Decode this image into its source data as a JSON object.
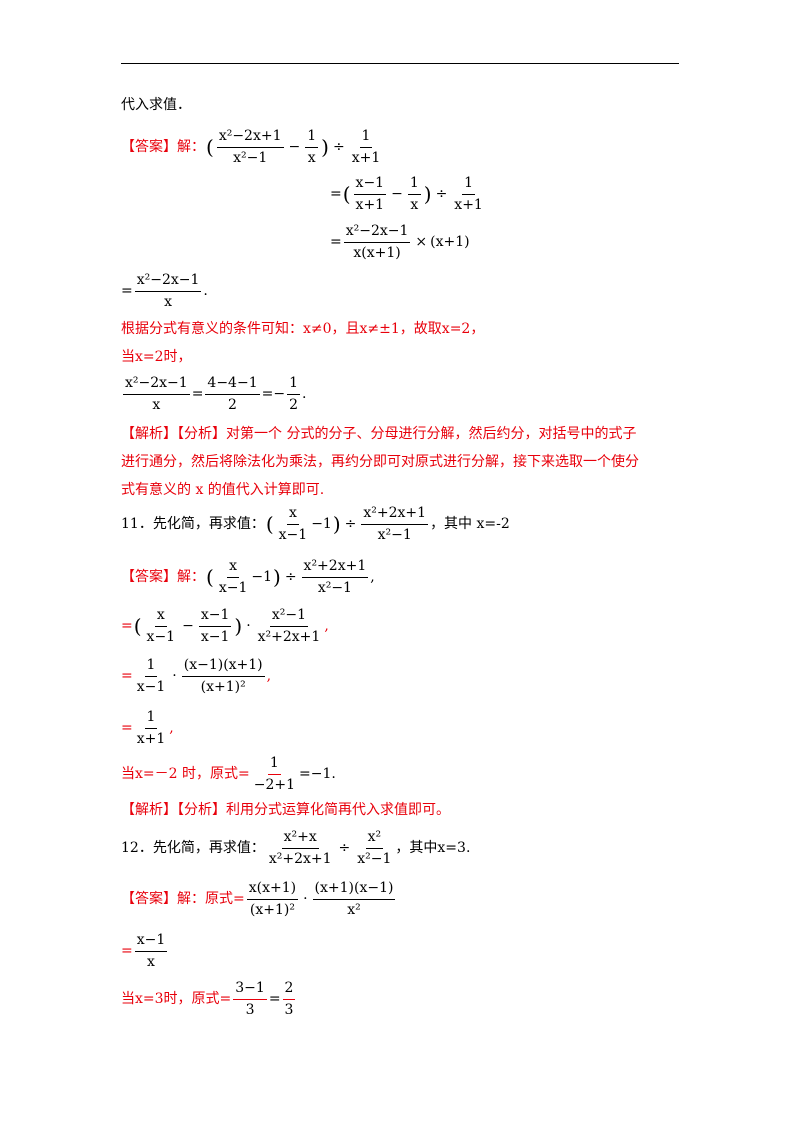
{
  "header_line": true,
  "intro": "代入求值．",
  "q10": {
    "answer_tag": "【答案】解：",
    "step1": {
      "f1_num": "x²−2x+1",
      "f1_den": "x²−1",
      "f2_num": "1",
      "f2_den": "x",
      "f3_num": "1",
      "f3_den": "x+1"
    },
    "step2": {
      "f1_num": "x−1",
      "f1_den": "x+1",
      "f2_num": "1",
      "f2_den": "x",
      "f3_num": "1",
      "f3_den": "x+1"
    },
    "step3": {
      "f_num": "x²−2x−1",
      "f_den": "x(x+1)",
      "mult": "(x+1)"
    },
    "step4": {
      "f_num": "x²−2x−1",
      "f_den": "x"
    },
    "condition": "根据分式有意义的条件可知：x≠0，且x≠±1，故取x=2，",
    "when": "当x=2时，",
    "eval": {
      "f1_num": "x²−2x−1",
      "f1_den": "x",
      "f2_num": "4−4−1",
      "f2_den": "2",
      "f3_num": "1",
      "f3_den": "2"
    },
    "analysis_l1": "【解析】【分析】对第一个 分式的分子、分母进行分解，然后约分，对括号中的式子",
    "analysis_l2": "进行通分，然后将除法化为乘法，再约分即可对原式进行分解，接下来选取一个使分",
    "analysis_l3": "式有意义的 x 的值代入计算即可."
  },
  "q11": {
    "stem_prefix": "11．先化简，再求值：",
    "stem_suffix": "，其中 x=-2",
    "answer_tag": "【答案】解：",
    "fa_num": "x",
    "fa_den": "x−1",
    "fb_num": "x²+2x+1",
    "fb_den": "x²−1",
    "s2": {
      "f1_num": "x",
      "f1_den": "x−1",
      "f2_num": "x−1",
      "f2_den": "x−1",
      "f3_num": "x²−1",
      "f3_den": "x²+2x+1"
    },
    "s3": {
      "f1_num": "1",
      "f1_den": "x−1",
      "f2_num": "(x−1)(x+1)",
      "f2_den": "(x+1)²"
    },
    "s4": {
      "f_num": "1",
      "f_den": "x+1"
    },
    "when_prefix": "当x=－2 时，原式=",
    "when_num": "1",
    "when_den": "−2+1",
    "when_result": "=−1.",
    "analysis": "【解析】【分析】利用分式运算化简再代入求值即可。"
  },
  "q12": {
    "stem_prefix": "12．先化简，再求值：",
    "stem_suffix": "，其中x=3.",
    "f1_num": "x²+x",
    "f1_den": "x²+2x+1",
    "f2_num": "x²",
    "f2_den": "x²−1",
    "answer_tag": "【答案】解：原式=",
    "s1": {
      "f1_num": "x(x+1)",
      "f1_den": "(x+1)²",
      "f2_num": "(x+1)(x−1)",
      "f2_den": "x²"
    },
    "s2": {
      "f_num": "x−1",
      "f_den": "x"
    },
    "when_prefix": "当x=3时，原式=",
    "when_num": "3−1",
    "when_den": "3",
    "res_num": "2",
    "res_den": "3"
  }
}
